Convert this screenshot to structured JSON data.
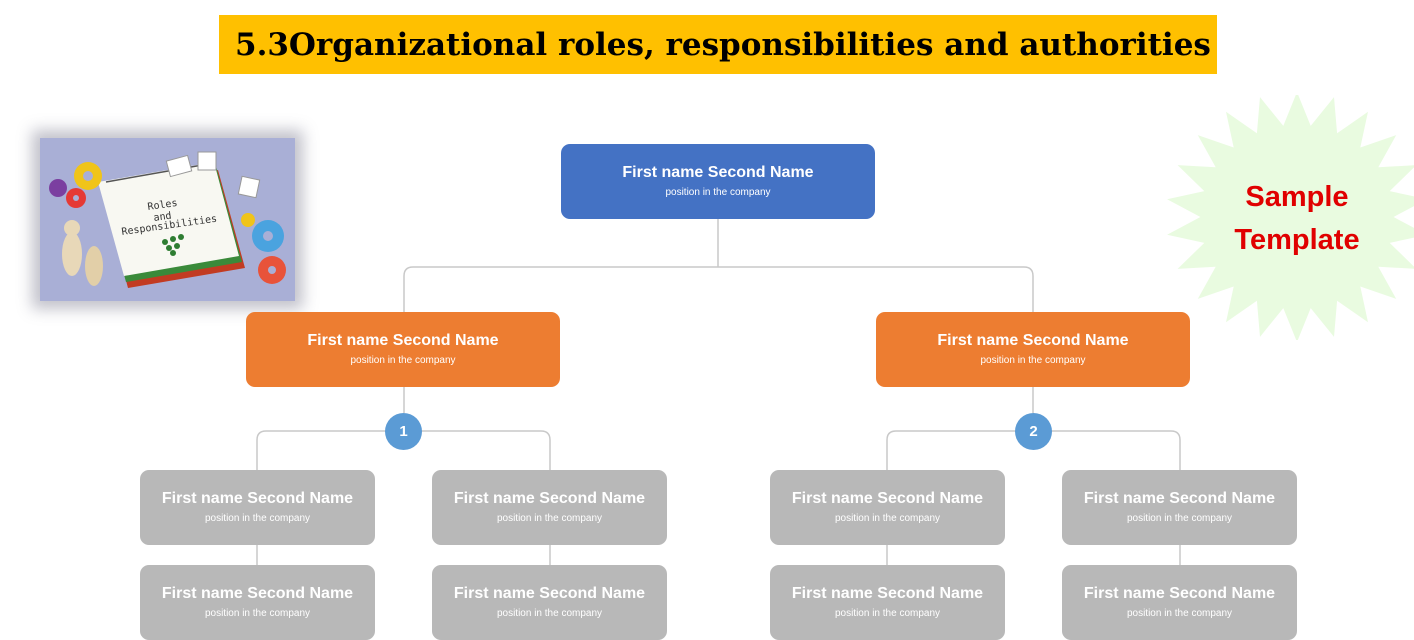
{
  "title": "5.3Organizational roles, responsibilities and authorities",
  "stamp": {
    "line1": "Sample",
    "line2": "Template",
    "fill": "#e9fbe0",
    "text_color": "#e00000"
  },
  "photo": {
    "notebook_text": [
      "Roles",
      "and",
      "Responsibilities"
    ]
  },
  "colors": {
    "top": "#4472c4",
    "middle": "#ed7d31",
    "bottom": "#b8b8b8",
    "badge": "#5b9bd5",
    "title_bar": "#ffc000"
  },
  "org": {
    "top": {
      "name": "First name Second Name",
      "position": "position in the company"
    },
    "managers": [
      {
        "name": "First name Second Name",
        "position": "position in the company",
        "badge": "1",
        "teams": [
          [
            {
              "name": "First name Second Name",
              "position": "position in the company"
            },
            {
              "name": "First name Second Name",
              "position": "position in the company"
            }
          ],
          [
            {
              "name": "First name Second Name",
              "position": "position in the company"
            },
            {
              "name": "First name Second Name",
              "position": "position in the company"
            }
          ]
        ]
      },
      {
        "name": "First name Second Name",
        "position": "position in the company",
        "badge": "2",
        "teams": [
          [
            {
              "name": "First name Second Name",
              "position": "position in the company"
            },
            {
              "name": "First name Second Name",
              "position": "position in the company"
            }
          ],
          [
            {
              "name": "First name Second Name",
              "position": "position in the company"
            },
            {
              "name": "First name Second Name",
              "position": "position in the company"
            }
          ]
        ]
      }
    ]
  }
}
